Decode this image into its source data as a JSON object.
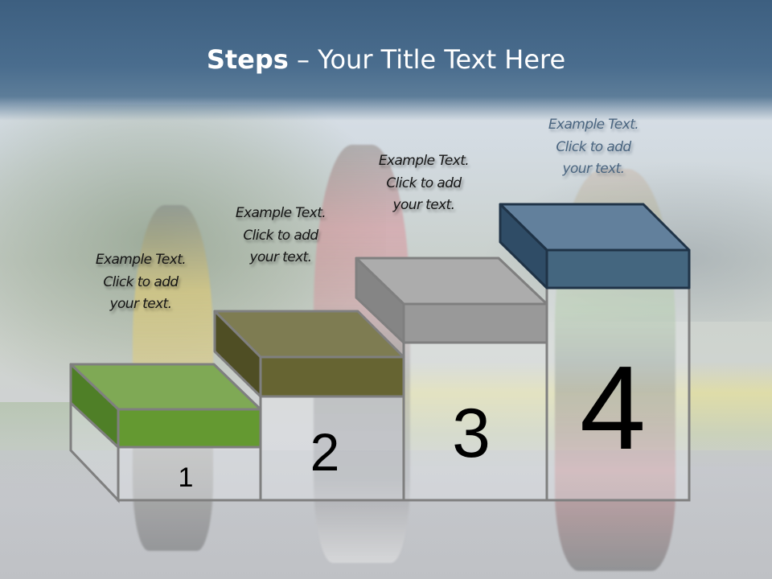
{
  "slide": {
    "title_bold": "Steps",
    "title_rest": " – Your Title Text Here",
    "header_color": "#44668a"
  },
  "steps": [
    {
      "number": "1",
      "label_line1": "Example Text.",
      "label_line2": "Click  to add",
      "label_line3": "your text.",
      "color_top": "#7fa955",
      "color_front": "#649931",
      "color_side": "#4f7f27"
    },
    {
      "number": "2",
      "label_line1": "Example Text.",
      "label_line2": "Click  to add",
      "label_line3": "your text.",
      "color_top": "#7e7c52",
      "color_front": "#666432",
      "color_side": "#4f4e24"
    },
    {
      "number": "3",
      "label_line1": "Example Text.",
      "label_line2": "Click  to add",
      "label_line3": "your text.",
      "color_top": "#acacac",
      "color_front": "#999999",
      "color_side": "#858585"
    },
    {
      "number": "4",
      "label_line1": "Example Text.",
      "label_line2": "Click  to add",
      "label_line3": "your text.",
      "color_top": "#62809c",
      "color_front": "#44667f",
      "color_side": "#2f4c66"
    }
  ]
}
